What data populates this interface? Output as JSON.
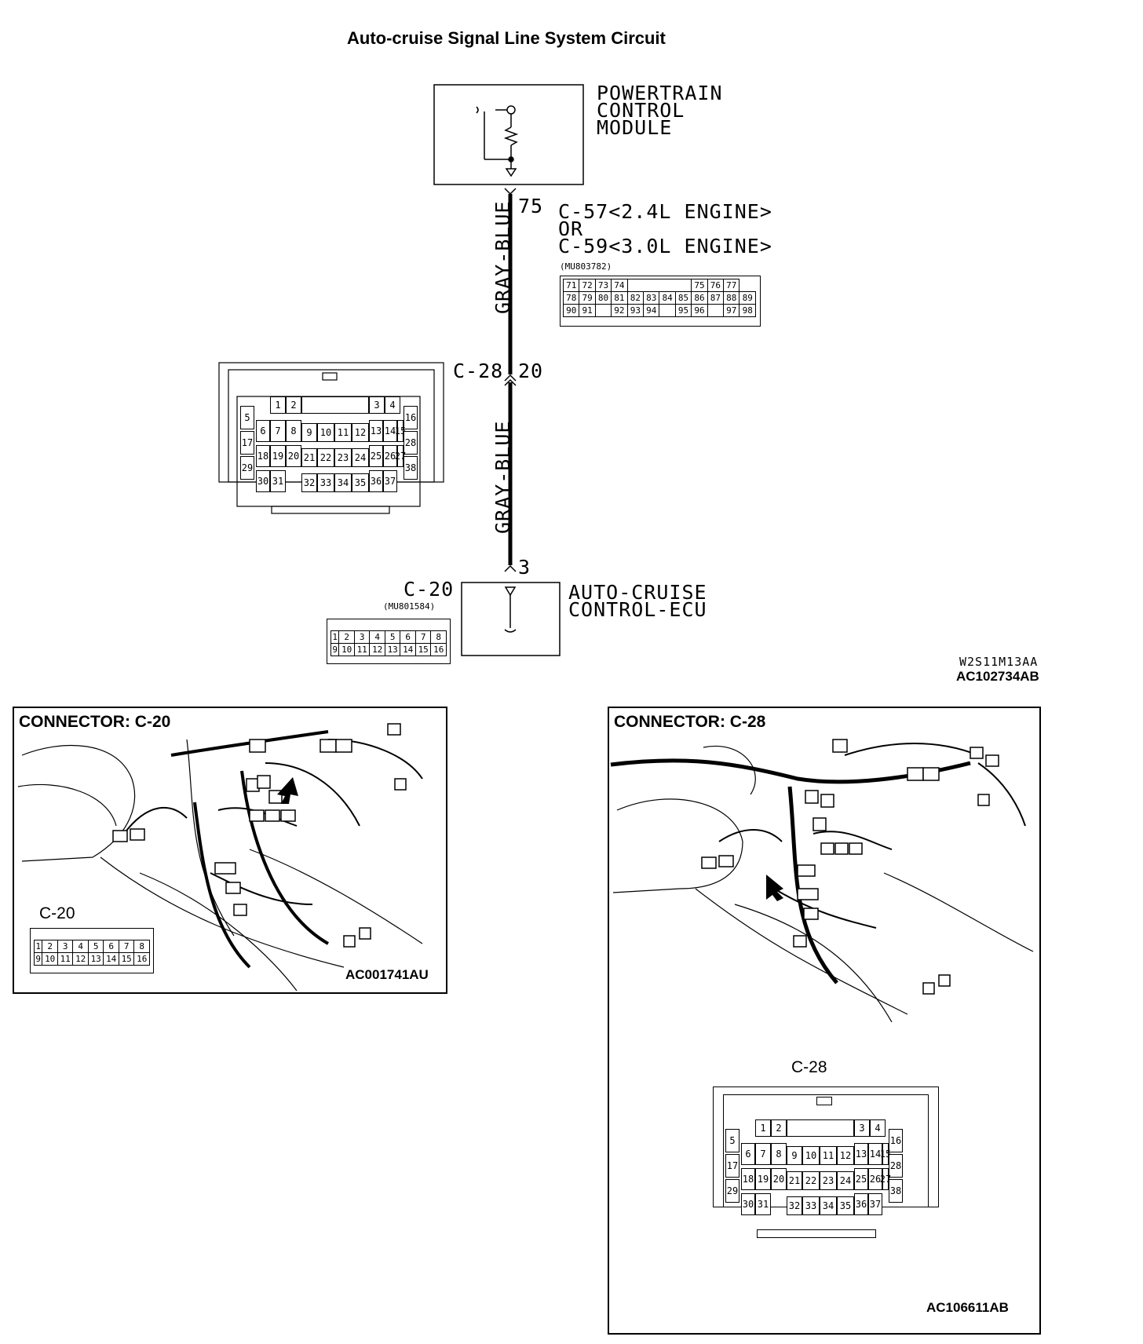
{
  "title": "Auto-cruise Signal Line System Circuit",
  "pcm": {
    "label_lines": [
      "POWERTRAIN",
      "CONTROL",
      "MODULE"
    ],
    "terminal": "75"
  },
  "pcm_connector": {
    "lines": [
      "C-57<2.4L ENGINE>",
      "OR",
      "C-59<3.0L ENGINE>"
    ],
    "part_no": "(MU803782)",
    "rows": [
      [
        "71",
        "72",
        "73",
        "74",
        "",
        "",
        "",
        "",
        "75",
        "76",
        "77"
      ],
      [
        "78",
        "79",
        "80",
        "81",
        "82",
        "83",
        "84",
        "85",
        "86",
        "87",
        "88",
        "89"
      ],
      [
        "90",
        "91",
        "",
        "92",
        "93",
        "94",
        "",
        "95",
        "96",
        "",
        "97",
        "98"
      ]
    ]
  },
  "wire1": {
    "color": "GRAY-BLUE"
  },
  "junction": {
    "label": "C-28",
    "terminal": "20"
  },
  "wire2": {
    "color": "GRAY-BLUE"
  },
  "ecu": {
    "label_lines": [
      "AUTO-CRUISE",
      "CONTROL-ECU"
    ],
    "terminal": "3",
    "connector": "C-20",
    "part_no": "(MU801584)"
  },
  "c20_pins": {
    "row1": [
      "1",
      "2",
      "3",
      "4",
      "5",
      "6",
      "7",
      "8"
    ],
    "row2": [
      "9",
      "10",
      "11",
      "12",
      "13",
      "14",
      "15",
      "16"
    ]
  },
  "c28_pins": {
    "top": [
      "1",
      "2",
      "3",
      "4"
    ],
    "row2": [
      "5",
      "6",
      "7",
      "8",
      "9",
      "10",
      "11",
      "12",
      "13",
      "14",
      "15",
      "16"
    ],
    "row3": [
      "17",
      "18",
      "19",
      "20",
      "21",
      "22",
      "23",
      "24",
      "25",
      "26",
      "27",
      "28"
    ],
    "row4": [
      "29",
      "30",
      "31",
      "32",
      "33",
      "34",
      "35",
      "36",
      "37",
      "38"
    ]
  },
  "codes": {
    "diagram": "W2S11M13AA",
    "figure": "AC102734AB"
  },
  "panel_left": {
    "title": "CONNECTOR: C-20",
    "connector_label": "C-20",
    "code": "AC001741AU"
  },
  "panel_right": {
    "title": "CONNECTOR: C-28",
    "connector_label": "C-28",
    "code": "AC106611AB"
  }
}
